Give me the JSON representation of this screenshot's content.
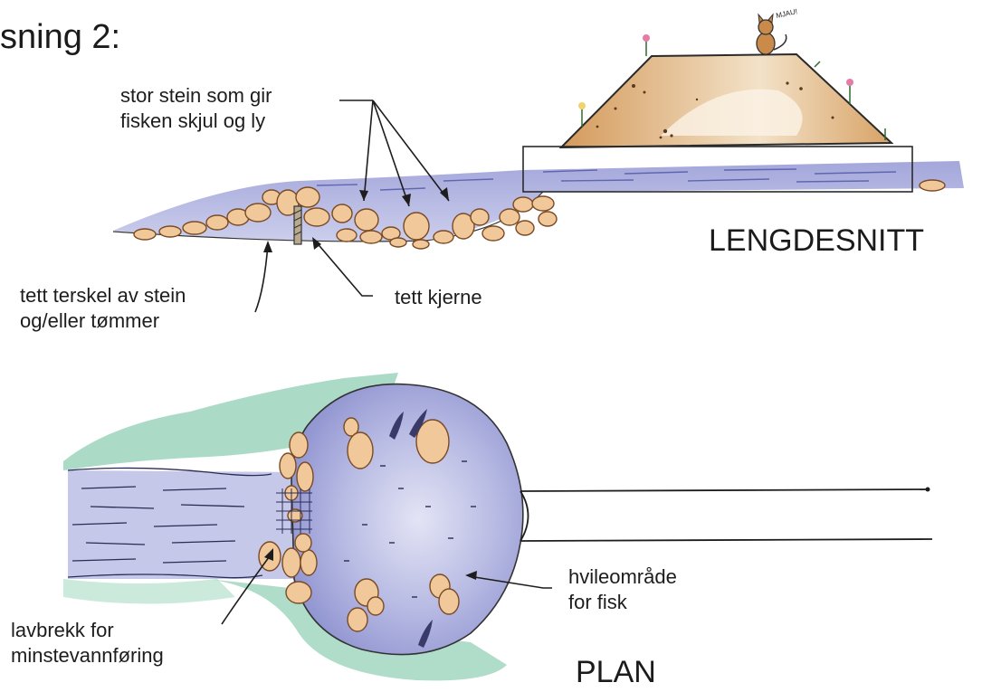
{
  "heading_fragment": "sning 2:",
  "sections": {
    "longitudinal": "LENGDESNITT",
    "plan": "PLAN"
  },
  "annotations": {
    "large_stones": "stor stein som gir\nfisken skjul og ly",
    "weir": "tett terskel av stein\nog/eller tømmer",
    "core": "tett kjerne",
    "resting_area": "hvileområde\nfor fisk",
    "low_notch": "lavbrekk for\nminstevannføring"
  },
  "cartoon_text": "MJAU!",
  "colors": {
    "water": "#8d92cf",
    "water_light": "#c9cbeb",
    "stone_fill": "#f0c89a",
    "stone_edge": "#7a4a25",
    "earth": "#d9a86a",
    "green_bank": "#8fcfb4",
    "ink": "#1d1d1d"
  }
}
